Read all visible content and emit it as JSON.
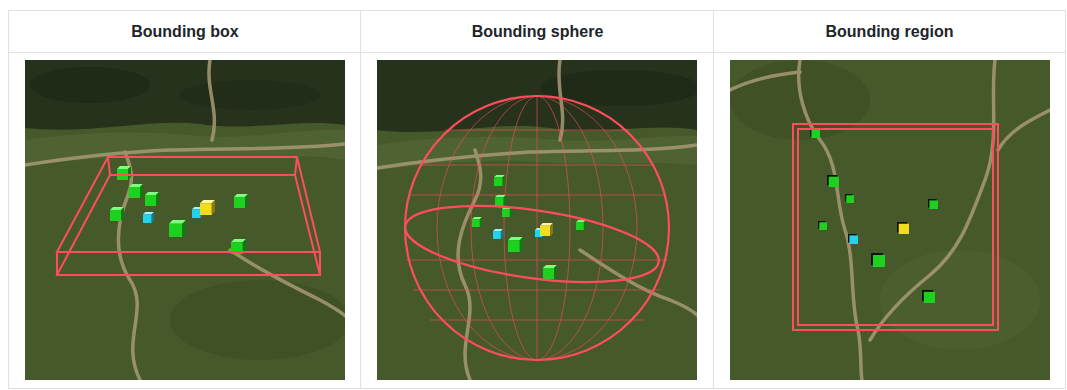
{
  "diagram": {
    "labels": [
      "Bounding box",
      "Bounding sphere",
      "Bounding region"
    ]
  }
}
